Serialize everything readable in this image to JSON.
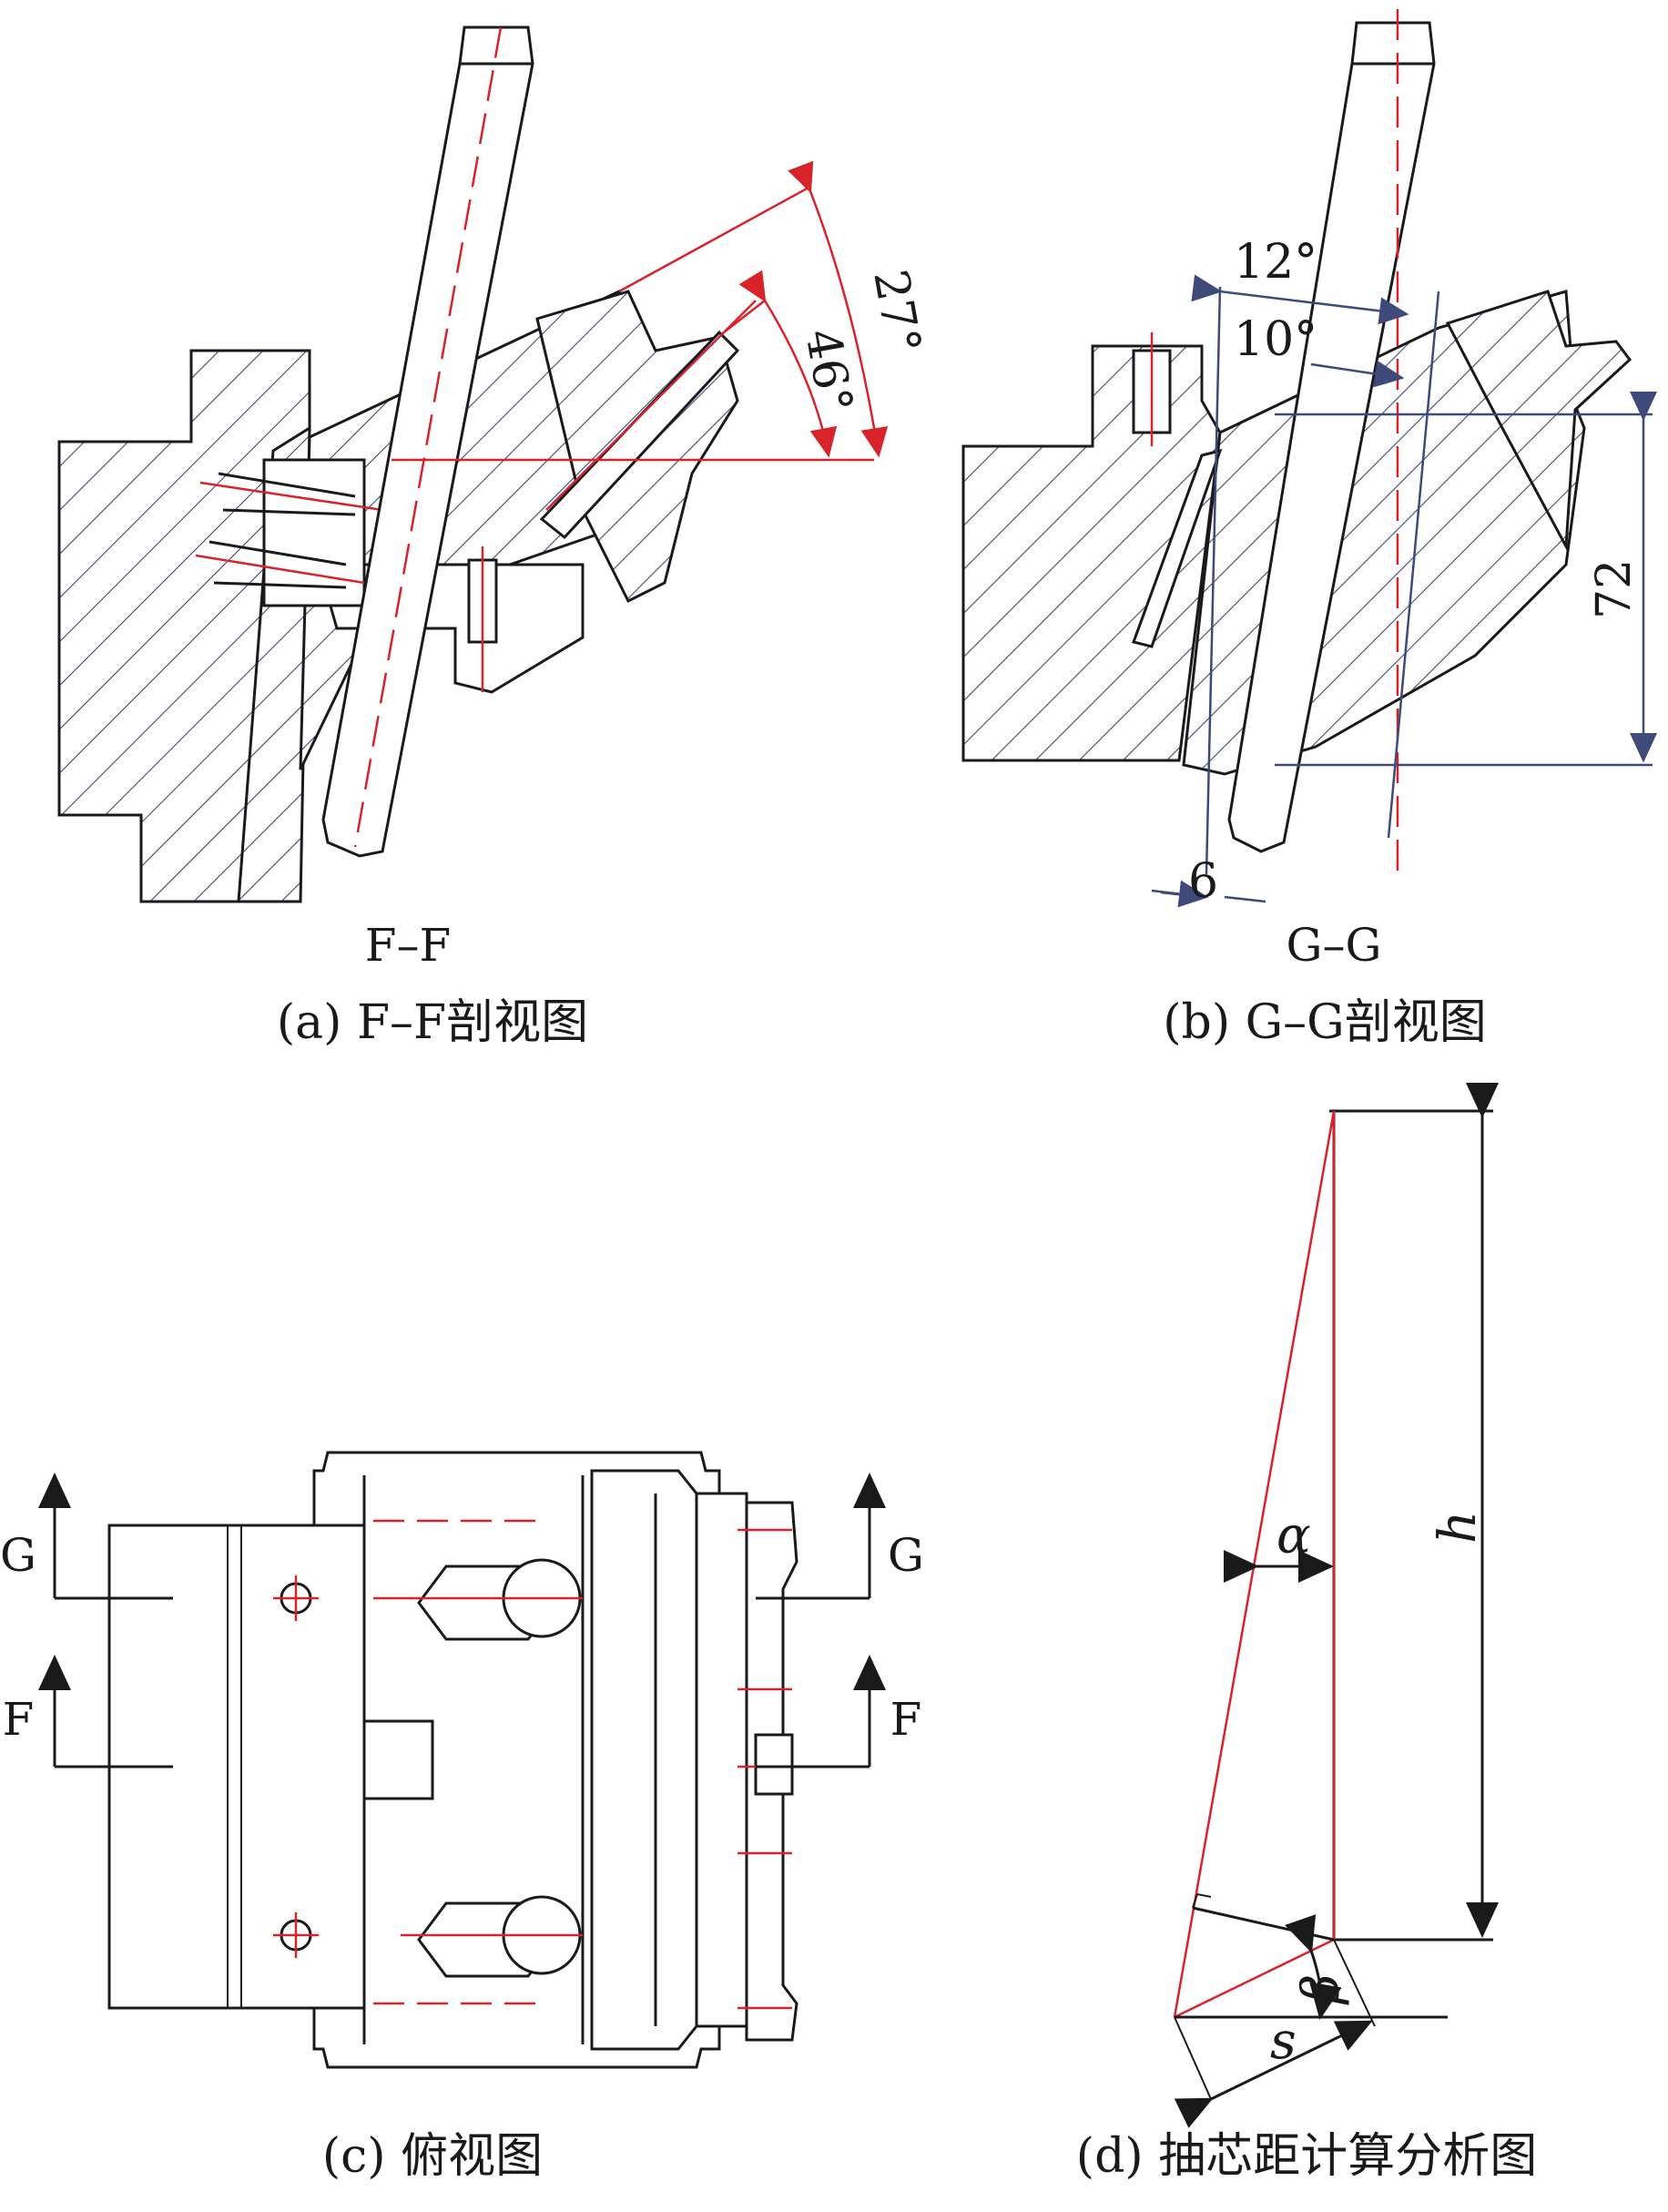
{
  "panels": {
    "a": {
      "section_label": "F–F",
      "caption": "(a) F–F剖视图",
      "dims": {
        "outer_angle": "27°",
        "inner_angle": "46°"
      }
    },
    "b": {
      "section_label": "G–G",
      "caption": "(b) G–G剖视图",
      "dims": {
        "angle_outer": "12°",
        "angle_inner": "10°",
        "height": "72",
        "width": "6"
      }
    },
    "c": {
      "caption": "(c) 俯视图",
      "cut_left_top": "G",
      "cut_left_bottom": "F",
      "cut_right_top": "G",
      "cut_right_bottom": "F"
    },
    "d": {
      "caption": "(d) 抽芯距计算分析图",
      "symbols": {
        "alpha": "α",
        "height": "h",
        "stroke": "s",
        "beta": "β"
      }
    }
  },
  "colors": {
    "line": "#1a1a1a",
    "centerline": "#d8232a",
    "hatch": "#3d4a7a"
  }
}
